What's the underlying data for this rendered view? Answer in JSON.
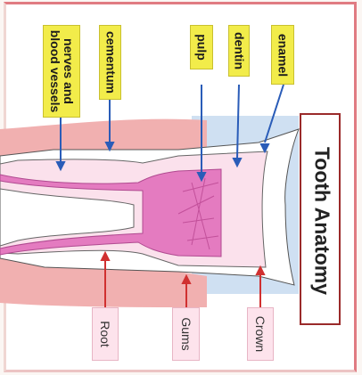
{
  "title": "Tooth Anatomy",
  "labels": {
    "enamel": "enamel",
    "dentin": "dentin",
    "pulp": "pulp",
    "cementum": "cementum",
    "nerves_line1": "nerves and",
    "nerves_line2": "blood vessels"
  },
  "regions": {
    "crown": "Crown",
    "gums": "Gums",
    "root": "Root"
  },
  "colors": {
    "label_fill": "#f2ec4a",
    "region_fill": "#fde3ec",
    "pointer_blue": "#2a5cb8",
    "pointer_red": "#d03030",
    "gum": "#f1b0b0",
    "pulp": "#e47bc0",
    "dentin": "#fbe1ec",
    "enamel": "#ffffff",
    "bone_bg": "#cfe0f2"
  }
}
